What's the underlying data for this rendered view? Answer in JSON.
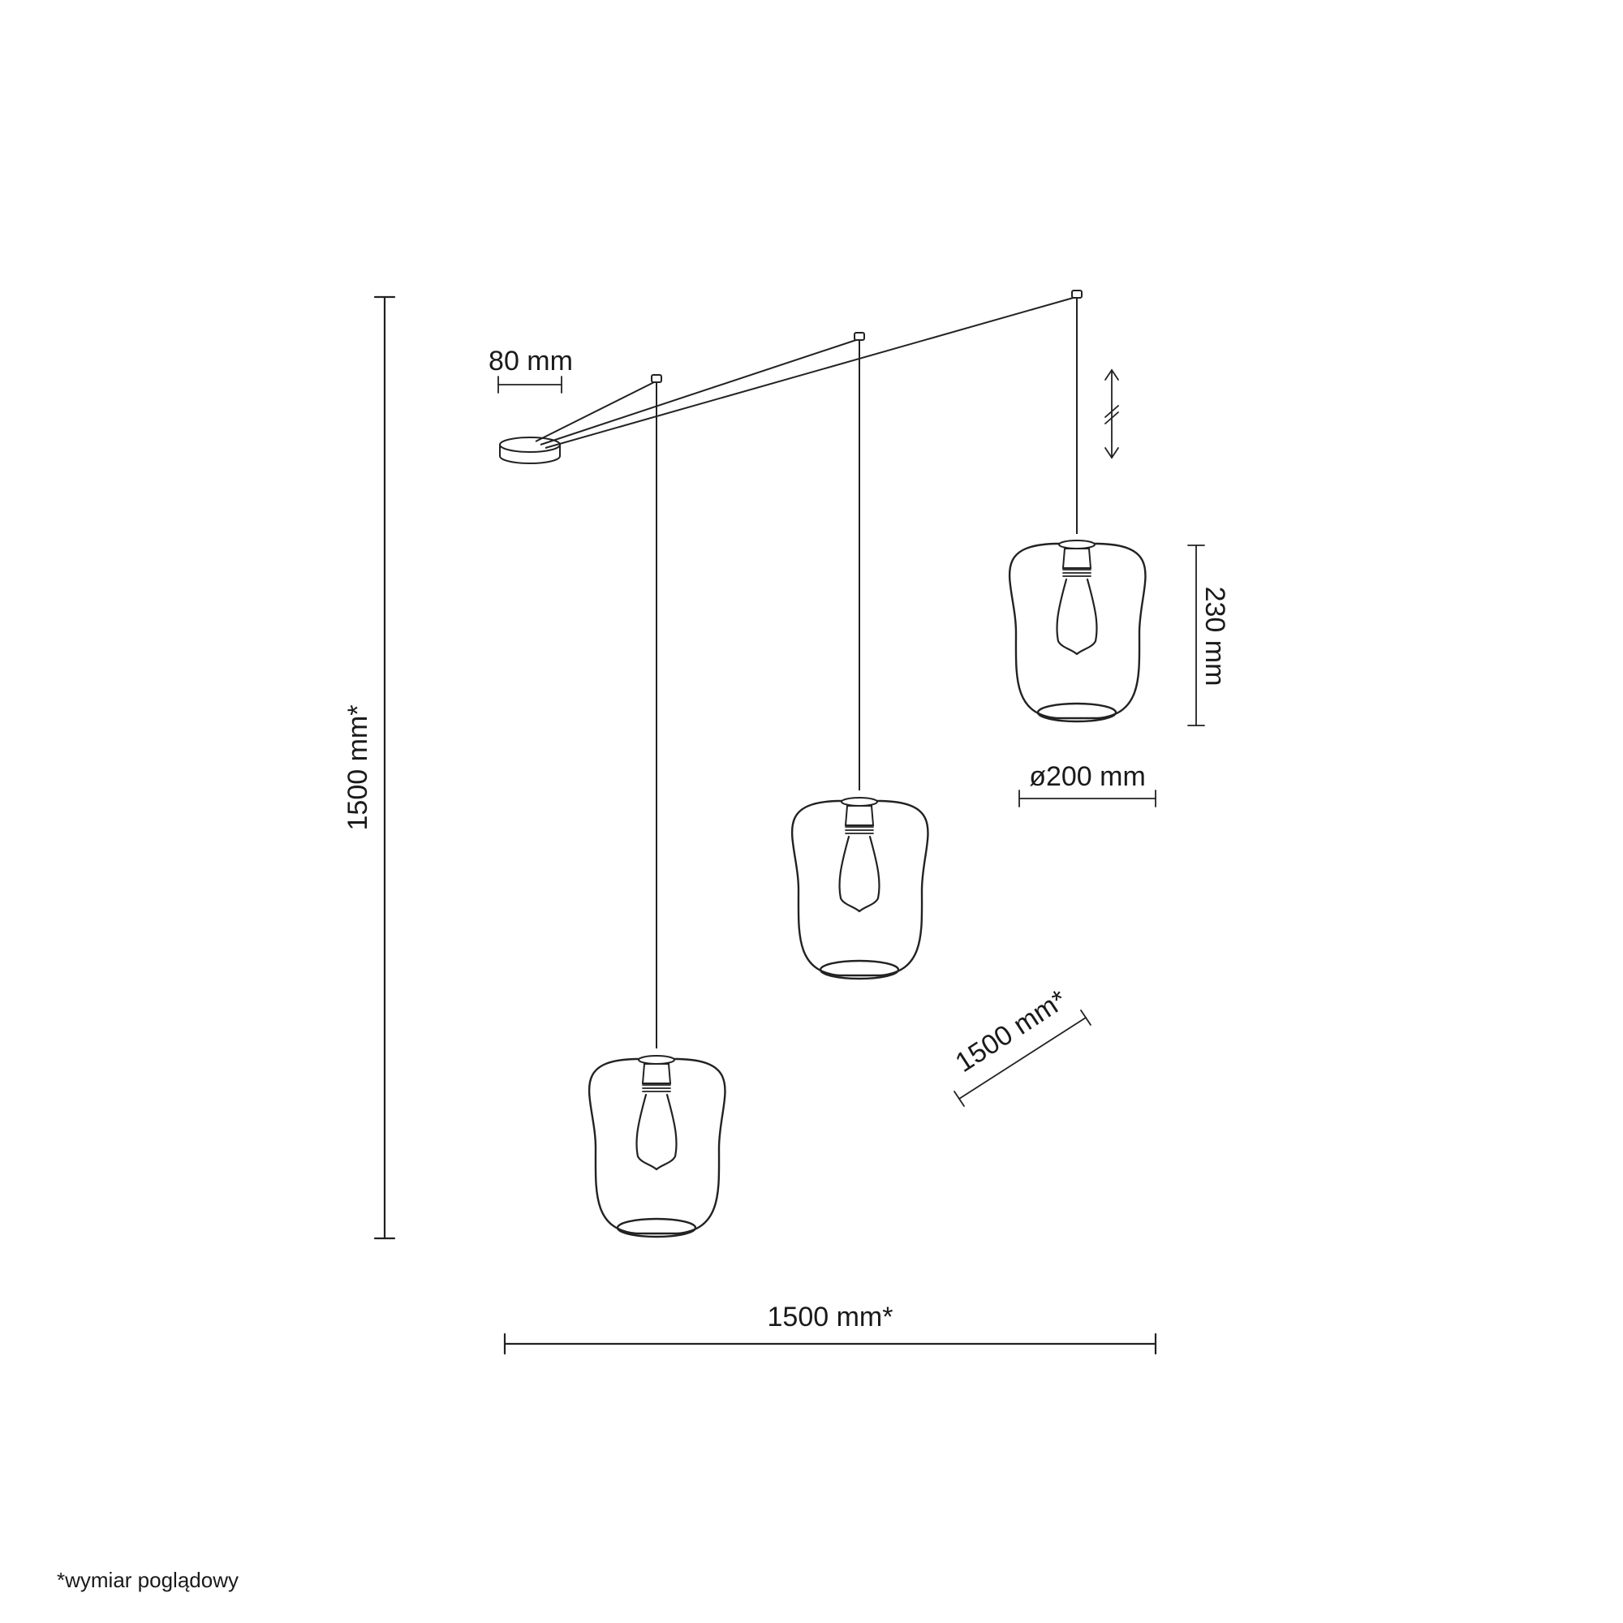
{
  "dimensions": {
    "canopy_diameter": "80 mm",
    "total_height": "1500 mm*",
    "shade_height": "230 mm",
    "shade_diameter": "ø200 mm",
    "arm_length": "1500 mm*",
    "total_width": "1500 mm*"
  },
  "footnote": "*wymiar poglądowy",
  "colors": {
    "line": "#222222",
    "background": "#ffffff"
  },
  "components": {
    "pendant_count": 3,
    "adjustable_indicator_icon": "double-arrow-adjust-icon"
  }
}
